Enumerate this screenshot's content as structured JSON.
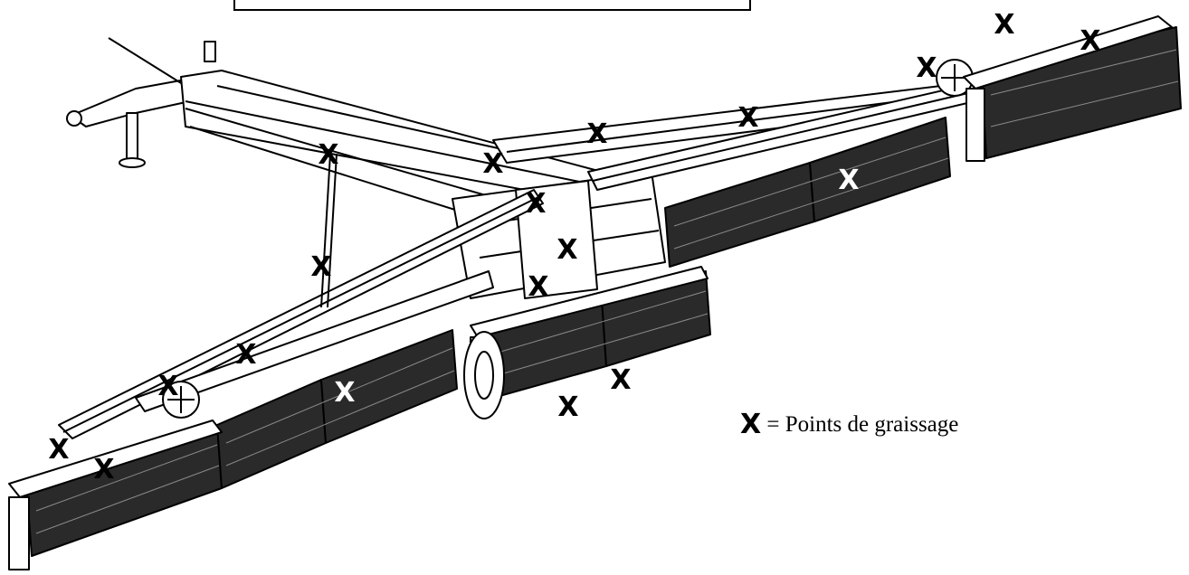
{
  "header": {
    "text": ""
  },
  "legend": {
    "symbol": "X",
    "text": "= Points de graissage"
  },
  "markers": [
    {
      "id": "m1",
      "label": "X",
      "tone": "dark"
    },
    {
      "id": "m2",
      "label": "X",
      "tone": "dark"
    },
    {
      "id": "m3",
      "label": "X",
      "tone": "dark"
    },
    {
      "id": "m4",
      "label": "X",
      "tone": "dark"
    },
    {
      "id": "m5",
      "label": "X",
      "tone": "dark"
    },
    {
      "id": "m6",
      "label": "X",
      "tone": "dark"
    },
    {
      "id": "m7",
      "label": "X",
      "tone": "dark"
    },
    {
      "id": "m8",
      "label": "X",
      "tone": "dark"
    },
    {
      "id": "m9",
      "label": "X",
      "tone": "light"
    },
    {
      "id": "m10",
      "label": "X",
      "tone": "dark"
    },
    {
      "id": "m11",
      "label": "X",
      "tone": "dark"
    },
    {
      "id": "m12",
      "label": "X",
      "tone": "dark"
    },
    {
      "id": "m13",
      "label": "X",
      "tone": "dark"
    },
    {
      "id": "m14",
      "label": "X",
      "tone": "dark"
    },
    {
      "id": "m15",
      "label": "X",
      "tone": "dark"
    },
    {
      "id": "m16",
      "label": "X",
      "tone": "light"
    },
    {
      "id": "m17",
      "label": "X",
      "tone": "dark"
    },
    {
      "id": "m18",
      "label": "X",
      "tone": "dark"
    },
    {
      "id": "m19",
      "label": "X",
      "tone": "dark"
    },
    {
      "id": "m20",
      "label": "X",
      "tone": "dark"
    }
  ],
  "colors": {
    "line": "#000000",
    "metal": "#ffffff",
    "roller": "#2a2a2a",
    "rollerRidge": "#8a8a8a"
  }
}
